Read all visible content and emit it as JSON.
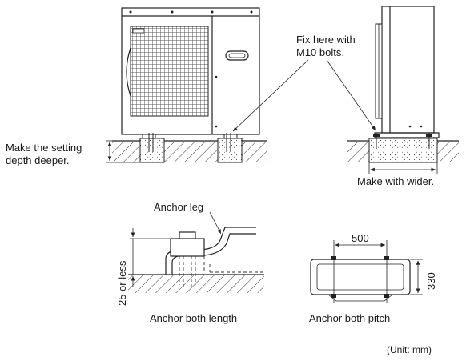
{
  "labels": {
    "fix_note_line1": "Fix here with",
    "fix_note_line2": "M10 bolts.",
    "depth_note_line1": "Make the setting",
    "depth_note_line2": "depth deeper.",
    "wider_note": "Make with wider.",
    "anchor_leg": "Anchor leg",
    "dim_25": "25 or less",
    "dim_500": "500",
    "dim_330": "330",
    "caption_length": "Anchor both length",
    "caption_pitch": "Anchor both pitch",
    "unit": "(Unit: mm)"
  }
}
